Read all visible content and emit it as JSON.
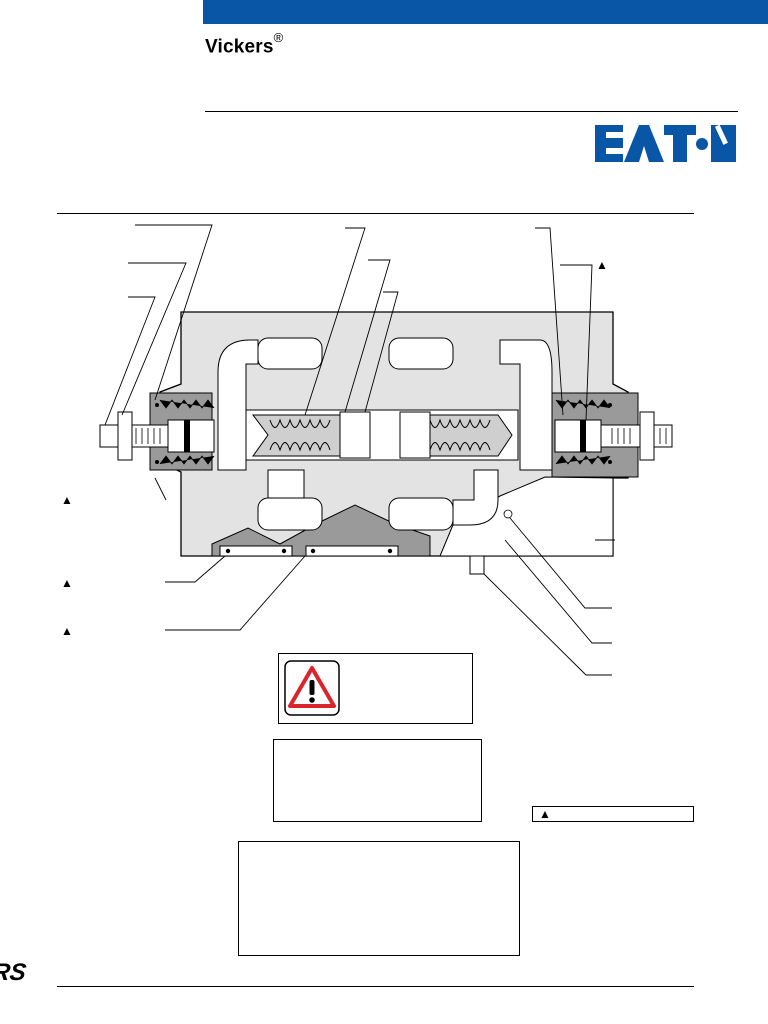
{
  "header": {
    "brand_name": "Vickers",
    "registered_mark": "®",
    "brand_color": "#0a56a6"
  },
  "logos": {
    "eaton": "EATON",
    "eaton_color": "#0a56a6",
    "vickers_footer": "VICKERS"
  },
  "markers": {
    "triangle": "▲"
  },
  "diagram": {
    "body_fill": "#e3e3e3",
    "section_fill": "#b8b8b8",
    "line_color": "#000000"
  },
  "warning": {
    "icon": "warning-triangle-icon",
    "icon_color": "#d8262c"
  }
}
